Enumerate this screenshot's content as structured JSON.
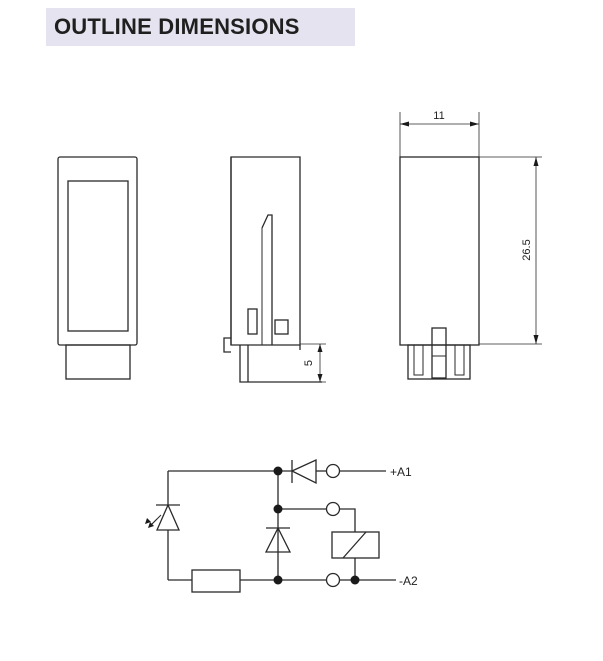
{
  "heading": {
    "title": "OUTLINE DIMENSIONS",
    "background": "#e4e3ef"
  },
  "dimensions": {
    "width_label": "11",
    "height_label": "26.5",
    "pin_label": "5"
  },
  "schematic": {
    "terminal_plus": "+A1",
    "terminal_minus": "-A2"
  }
}
